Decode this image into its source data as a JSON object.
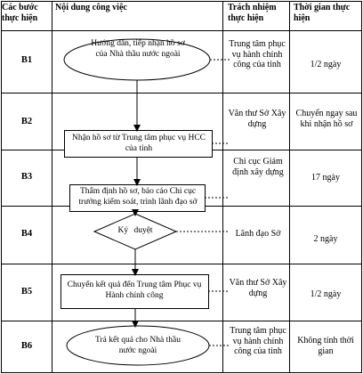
{
  "header": {
    "col_step": "Các bước thực hiện",
    "col_content": "Nội dung công việc",
    "col_responsible": "Trách nhiệm thực hiện",
    "col_time": "Thời gian thực hiện"
  },
  "rows": [
    {
      "step": "B1",
      "content": "Hướng dẫn, tiếp nhận hồ sơ của Nhà thầu nước ngoài",
      "responsible": "Trung tâm phục vụ hành chính công của tỉnh",
      "time": "1/2 ngày"
    },
    {
      "step": "B2",
      "content": "Nhận hồ sơ từ Trung tâm phục vụ HCC của tỉnh",
      "responsible": "Văn thư Sở Xây dựng",
      "time": "Chuyển ngay sau khi nhận hồ sơ"
    },
    {
      "step": "B3",
      "content": "Thẩm định hồ sơ, báo cáo Chi cục trưởng kiểm soát, trình lãnh đạo sở",
      "responsible": "Chi cục Giám định xây dựng",
      "time": "17 ngày"
    },
    {
      "step": "B4",
      "content": "Ký duyệt",
      "responsible": "Lãnh đạo Sở",
      "time": "2 ngày"
    },
    {
      "step": "B5",
      "content": "Chuyển kết quả đến Trung tâm Phục vụ Hành chính công",
      "responsible": "Văn thư Sở Xây dựng",
      "time": "1/2 ngày"
    },
    {
      "step": "B6",
      "content": "Trả kết quả cho Nhà thầu nước ngoài",
      "responsible": "Trung tâm phục vụ hành chính công của tỉnh",
      "time": "Không tính thời gian"
    }
  ]
}
